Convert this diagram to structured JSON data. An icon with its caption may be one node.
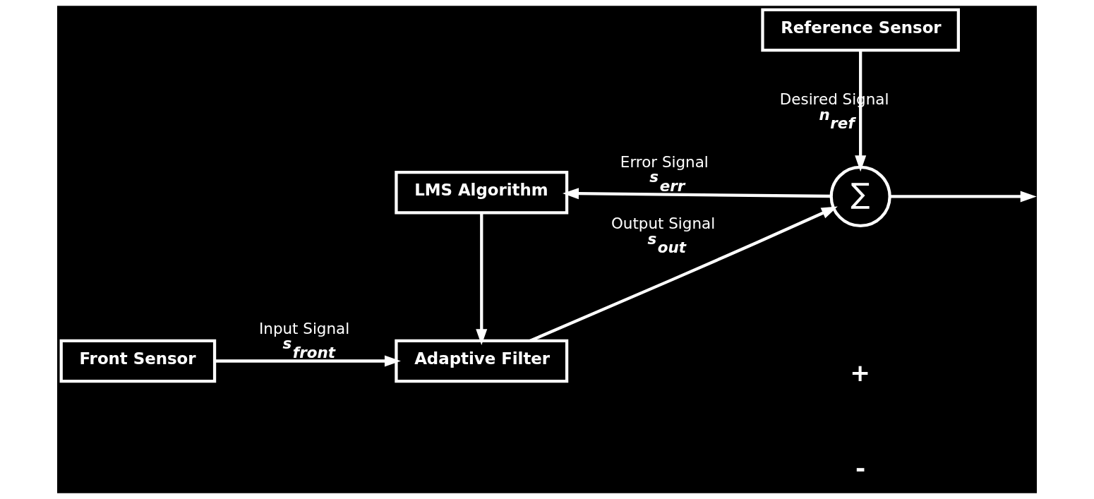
{
  "diagram": {
    "nodes": [
      {
        "text": [
          "Front Sensor"
        ]
      },
      {
        "text": [
          "Adaptive Filter"
        ]
      },
      {
        "text": [
          "Reference Sensor"
        ]
      },
      {
        "text": [
          "∑"
        ]
      },
      {
        "text": [
          "LMS Algorithm"
        ]
      }
    ],
    "edges": [
      {
        "from": 0,
        "to": 1,
        "arrow": "to",
        "label": "Input Signal s$_{front}$"
      },
      {
        "from": 1,
        "to": 3,
        "arrow": "to",
        "label": "Output Signal s$_{out}$"
      },
      {
        "from": 2,
        "to": 3,
        "arrow": "to",
        "label": "Desired Signal n$_{ref}$"
      },
      {
        "from": 3,
        "to": null,
        "arrow": "to"
      },
      {
        "from": 3,
        "to": 4,
        "arrow": "to",
        "label": "Error Signal s$_{err}$"
      },
      {
        "from": 4,
        "to": 1,
        "arrow": "to"
      }
    ],
    "labels": [
      "+",
      "-"
    ]
  }
}
